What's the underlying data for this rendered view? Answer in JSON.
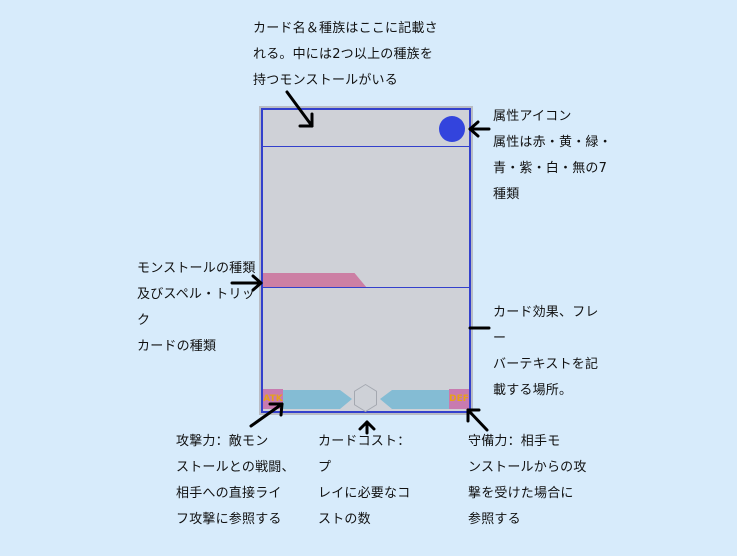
{
  "annotations": {
    "card_name": "カード名＆種族はここに記載さ\nれる。中には2つ以上の種族を\n持つモンストールがいる",
    "attribute": "属性アイコン\n属性は赤・黄・緑・\n青・紫・白・無の7\n種類",
    "monster_type": "モンストールの種類\n及びスペル・トリック\nカードの種類",
    "effect": "カード効果、フレー\nバーテキストを記\n載する場所。",
    "attack": "攻撃力：敵モン\nストールとの戦闘、\n相手への直接ライ\nフ攻撃に参照する",
    "cost": "カードコスト：プ\nレイに必要なコ\nストの数",
    "defense": "守備力：相手モ\nンストールからの攻\n撃を受けた場合に\n参照する"
  },
  "card": {
    "atk_label": "ATK",
    "def_label": "DEF",
    "colors": {
      "frame": "#3340cc",
      "attribute_icon": "#3344dd",
      "type_bar": "#cc7fa4",
      "stat_bar": "#84bcd4"
    }
  }
}
